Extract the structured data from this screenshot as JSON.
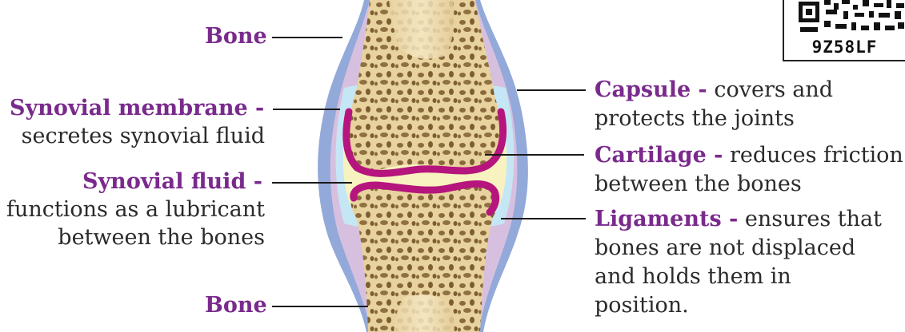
{
  "labels": {
    "bone_top": {
      "term": "Bone"
    },
    "synovial_membrane": {
      "term": "Synovial membrane -",
      "desc": "secretes synovial fluid"
    },
    "synovial_fluid": {
      "term": "Synovial fluid -",
      "desc1": "functions as a lubricant",
      "desc2": "between the bones"
    },
    "bone_bottom": {
      "term": "Bone"
    },
    "capsule": {
      "term": "Capsule -",
      "desc1": " covers and",
      "desc2": "protects the joints"
    },
    "cartilage": {
      "term": "Cartilage -",
      "desc1": " reduces friction",
      "desc2": "between the bones"
    },
    "ligaments": {
      "term": "Ligaments -",
      "desc1": " ensures that",
      "desc2": "bones are not displaced",
      "desc3": "and holds them in",
      "desc4": "position."
    }
  },
  "qr": {
    "code": "9Z58LF"
  },
  "colors": {
    "term": "#7a2a8c",
    "bone": "#efdcae",
    "capsule": "#93a9d9",
    "ligament": "#d7c0df",
    "fluid_blue": "#c5e6f4",
    "fluid_yellow": "#f7f2c0",
    "cartilage": "#b5157d"
  }
}
